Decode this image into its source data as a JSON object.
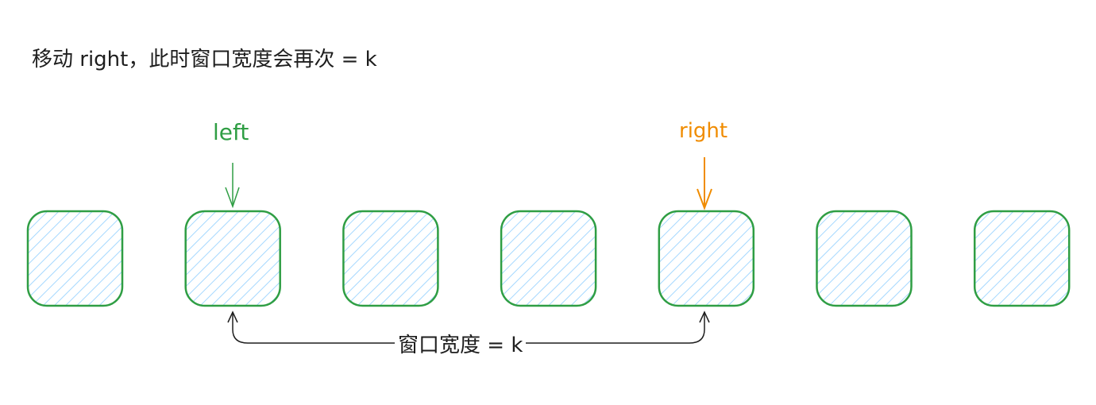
{
  "title": "移动 right，此时窗口宽度会再次 = k",
  "pointers": {
    "left": "left",
    "right": "right"
  },
  "window_label": "窗口宽度 = k",
  "cells": 7,
  "left_index": 1,
  "right_index": 4,
  "colors": {
    "border": "#2f9e44",
    "hatch": "#a5d8ff",
    "left": "#2f9e44",
    "right": "#f08c00",
    "text": "#1e1e1e"
  }
}
